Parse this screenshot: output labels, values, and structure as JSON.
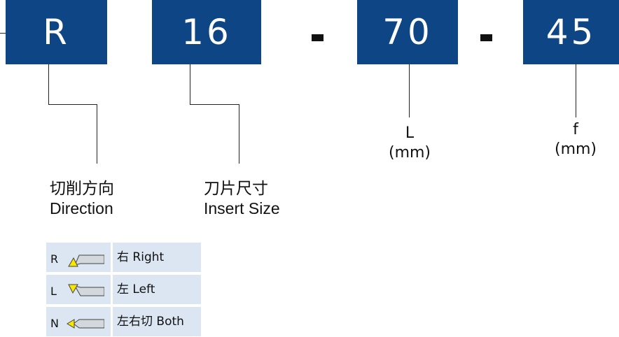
{
  "code": {
    "segments": [
      "R",
      "16",
      "70",
      "45"
    ],
    "separator": "-"
  },
  "labels": {
    "direction_cn": "切削方向",
    "direction_en": "Direction",
    "insert_cn": "刀片尺寸",
    "insert_en": "Insert Size",
    "l_symbol": "L",
    "l_unit": "(mm)",
    "f_symbol": "f",
    "f_unit": "(mm)"
  },
  "legend": [
    {
      "code": "R",
      "text": "右 Right",
      "icon": "right-hand-tool-icon"
    },
    {
      "code": "L",
      "text": "左 Left",
      "icon": "left-hand-tool-icon"
    },
    {
      "code": "N",
      "text": "左右切 Both",
      "icon": "neutral-tool-icon"
    }
  ],
  "colors": {
    "box": "#0d4585",
    "legend_bg": "#dce6f2",
    "insert_yellow": "#f7e600"
  }
}
